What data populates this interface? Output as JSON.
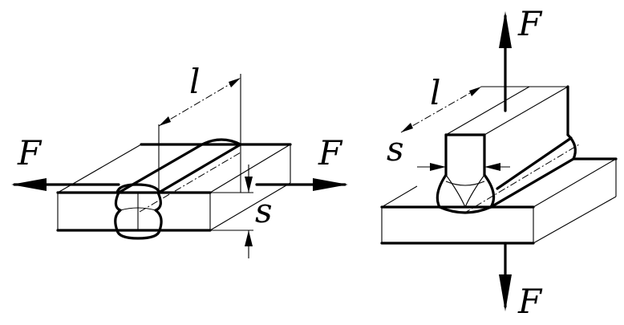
{
  "figures": [
    {
      "id": "butt-joint",
      "labels": {
        "force_left": "F",
        "force_right": "F",
        "length": "l",
        "thickness": "s"
      }
    },
    {
      "id": "tee-joint",
      "labels": {
        "force_top": "F",
        "force_bottom": "F",
        "length": "l",
        "thickness": "s"
      }
    }
  ]
}
